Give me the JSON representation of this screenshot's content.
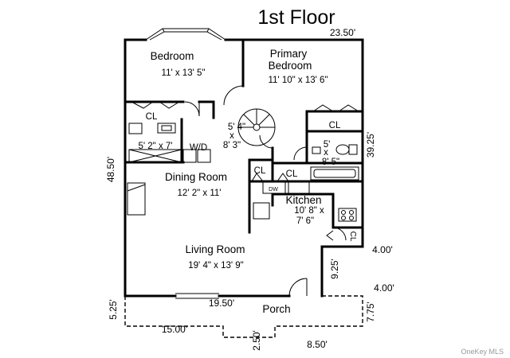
{
  "title": "1st Floor",
  "watermark": "OneKey MLS",
  "rooms": {
    "bedroom": {
      "name": "Bedroom",
      "size": "11' x 13' 5\""
    },
    "primary_bedroom": {
      "name_line1": "Primary",
      "name_line2": "Bedroom",
      "size": "11' 10\" x 13' 6\""
    },
    "dining_room": {
      "name": "Dining Room",
      "size": "12' 2\" x 11'"
    },
    "kitchen": {
      "name": "Kitchen",
      "size_line1": "10' 8\" x",
      "size_line2": "7' 6\""
    },
    "living_room": {
      "name": "Living Room",
      "size": "19' 4\" x 13' 9\""
    },
    "porch": {
      "name": "Porch"
    },
    "stair": {
      "line1": "5' 4\"",
      "line2": "x",
      "line3": "8' 3\""
    },
    "bath_left": {
      "size": "5' 2\" x 7'"
    },
    "bath_right": {
      "line1": "5'",
      "line2": "x",
      "line3": "8' 5\""
    },
    "wd": "W/D",
    "dw": "DW"
  },
  "closets": {
    "bedroom": "CL",
    "primary": "CL",
    "hall_left": "CL",
    "hall_right": "CL",
    "kitchen": "CL"
  },
  "dimensions": {
    "top_width": "23.50'",
    "left_height": "48.50'",
    "right_height": "39.25'",
    "step_upper": "4.00'",
    "step_side": "9.25'",
    "step_lower": "4.00'",
    "porch_width": "19.50'",
    "porch_left": "5.25'",
    "porch_bottom": "15.00'",
    "porch_step": "2.50'",
    "porch_bottom_right": "8.50'",
    "porch_right": "7.75'"
  }
}
